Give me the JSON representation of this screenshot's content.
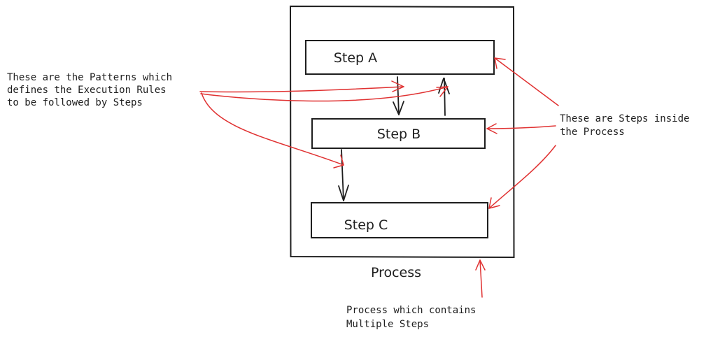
{
  "diagram": {
    "process_label": "Process",
    "steps": [
      {
        "id": "a",
        "label": "Step A"
      },
      {
        "id": "b",
        "label": "Step B"
      },
      {
        "id": "c",
        "label": "Step C"
      }
    ],
    "annotations": {
      "patterns": [
        "These are the Patterns which",
        "defines the Execution Rules",
        "to be followed by Steps"
      ],
      "steps": [
        "These are Steps inside",
        "the Process"
      ],
      "process": [
        "Process which contains",
        "Multiple Steps"
      ]
    },
    "colors": {
      "ink": "#1e1e1e",
      "annotation_arrow": "#e03131",
      "background": "#ffffff"
    }
  }
}
